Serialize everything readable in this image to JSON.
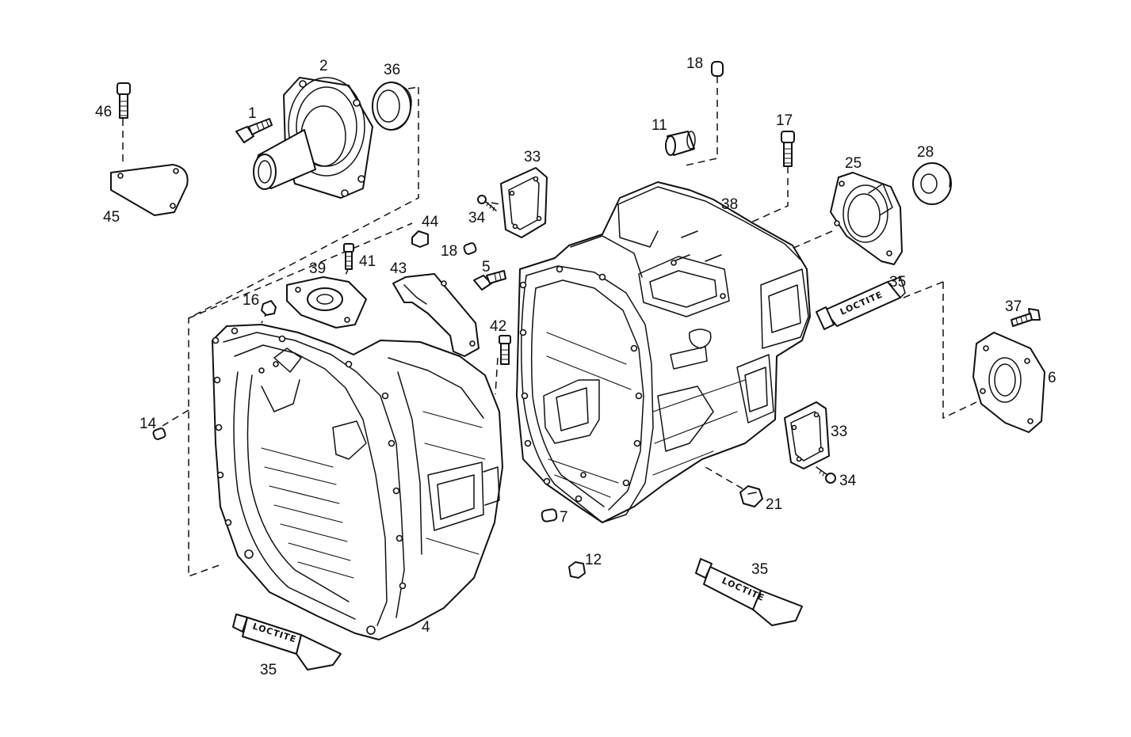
{
  "callouts": [
    {
      "id": "c1",
      "label": "1"
    },
    {
      "id": "c2",
      "label": "2"
    },
    {
      "id": "c4",
      "label": "4"
    },
    {
      "id": "c5",
      "label": "5"
    },
    {
      "id": "c6",
      "label": "6"
    },
    {
      "id": "c7",
      "label": "7"
    },
    {
      "id": "c11",
      "label": "11"
    },
    {
      "id": "c12",
      "label": "12"
    },
    {
      "id": "c14",
      "label": "14"
    },
    {
      "id": "c16",
      "label": "16"
    },
    {
      "id": "c17",
      "label": "17"
    },
    {
      "id": "c18a",
      "label": "18"
    },
    {
      "id": "c18b",
      "label": "18"
    },
    {
      "id": "c21",
      "label": "21"
    },
    {
      "id": "c25",
      "label": "25"
    },
    {
      "id": "c28",
      "label": "28"
    },
    {
      "id": "c33a",
      "label": "33"
    },
    {
      "id": "c33b",
      "label": "33"
    },
    {
      "id": "c34a",
      "label": "34"
    },
    {
      "id": "c34b",
      "label": "34"
    },
    {
      "id": "c35a",
      "label": "35"
    },
    {
      "id": "c35b",
      "label": "35"
    },
    {
      "id": "c35c",
      "label": "35"
    },
    {
      "id": "c36",
      "label": "36"
    },
    {
      "id": "c37",
      "label": "37"
    },
    {
      "id": "c38",
      "label": "38"
    },
    {
      "id": "c39",
      "label": "39"
    },
    {
      "id": "c41",
      "label": "41"
    },
    {
      "id": "c42",
      "label": "42"
    },
    {
      "id": "c43",
      "label": "43"
    },
    {
      "id": "c44",
      "label": "44"
    },
    {
      "id": "c45",
      "label": "45"
    },
    {
      "id": "c46",
      "label": "46"
    }
  ],
  "tube_label": "LOCTITE"
}
